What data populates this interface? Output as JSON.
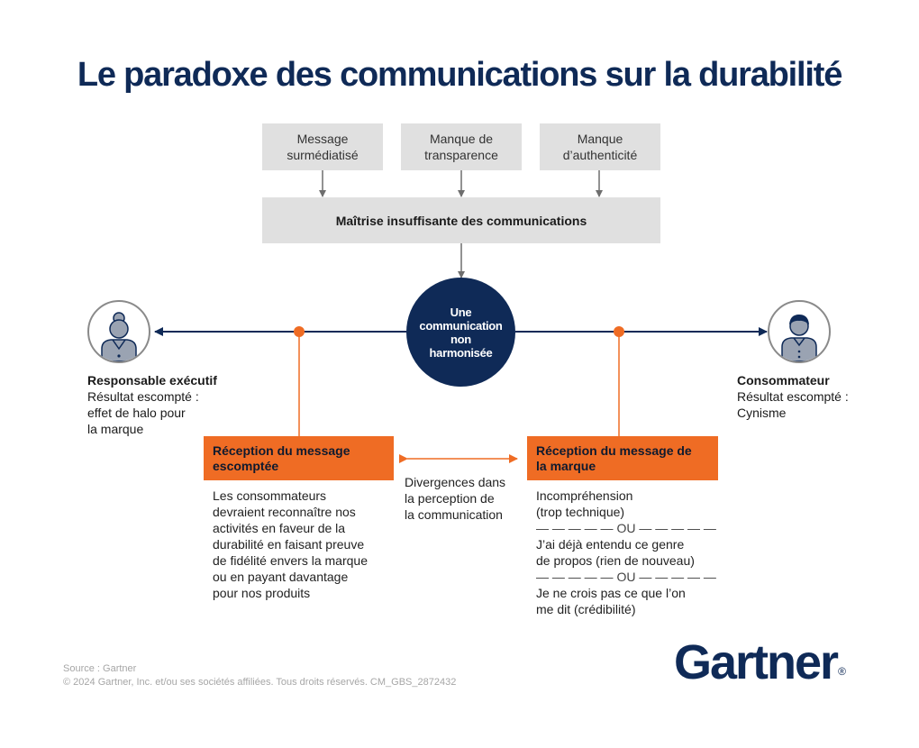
{
  "title": "Le paradoxe des communications sur la durabilité",
  "causes": [
    {
      "line1": "Message",
      "line2": "surmédiatisé"
    },
    {
      "line1": "Manque de",
      "line2": "transparence"
    },
    {
      "line1": "Manque",
      "line2": "d’authenticité"
    }
  ],
  "main_box": "Maîtrise insuffisante des communications",
  "center_circle": {
    "line1": "Une",
    "line2": "communication",
    "line3": "non",
    "line4": "harmonisée"
  },
  "executive": {
    "name": "Responsable exécutif",
    "line1": "Résultat escompté :",
    "line2": "effet de halo pour",
    "line3": "la marque"
  },
  "consumer": {
    "name": "Consommateur",
    "line1": "Résultat escompté :",
    "line2": "Cynisme"
  },
  "expected_reception": {
    "header_line1": "Réception du message",
    "header_line2": "escomptée",
    "body": [
      "Les consommateurs",
      "devraient reconnaître nos",
      "activités en faveur de la",
      "durabilité en faisant preuve",
      "de fidélité envers la marque",
      "ou en payant davantage",
      "pour nos produits"
    ]
  },
  "divergence": [
    "Divergences dans",
    "la perception de",
    "la communication"
  ],
  "brand_reception": {
    "header_line1": "Réception du message de",
    "header_line2": "la marque",
    "option1": [
      "Incompréhension",
      "(trop technique)"
    ],
    "separator": "— — — — — OU — — — — —",
    "option2": [
      "J’ai déjà entendu ce genre",
      "de propos (rien de nouveau)"
    ],
    "option3": [
      "Je ne crois pas ce que l’on",
      "me dit (crédibilité)"
    ]
  },
  "footer": {
    "source": "Source : Gartner",
    "copyright": "© 2024 Gartner, Inc. et/ou ses sociétés affiliées. Tous droits réservés. CM_GBS_2872432"
  },
  "logo": {
    "text": "Gartner",
    "mark": "®"
  },
  "colors": {
    "navy": "#0f2a57",
    "orange": "#ef6c24",
    "gray_box": "#e0e0e0",
    "arrow_gray": "#7a7a7a"
  }
}
